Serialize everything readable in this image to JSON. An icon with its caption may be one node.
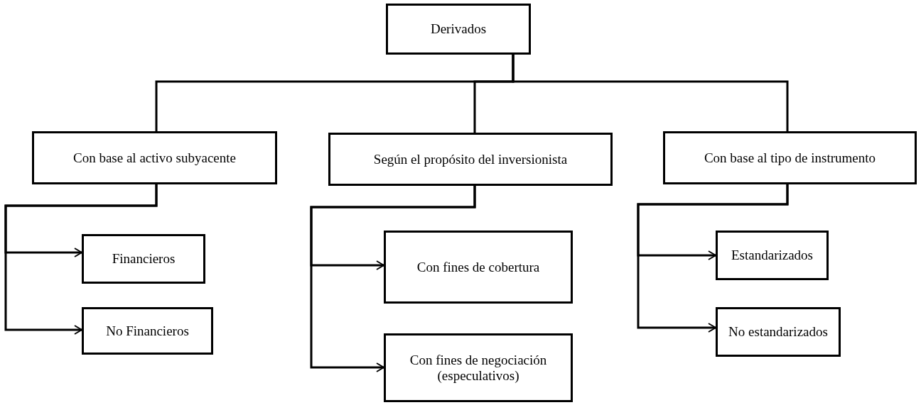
{
  "diagram": {
    "nodes": [
      {
        "text": [
          "Derivados"
        ]
      },
      {
        "text": [
          "Con base al activo subyacente"
        ]
      },
      {
        "text": [
          "Según el propósito del inversionista"
        ]
      },
      {
        "text": [
          "Con base al tipo de instrumento"
        ]
      },
      {
        "text": [
          "Financieros"
        ]
      },
      {
        "text": [
          "No Financieros"
        ]
      },
      {
        "text": [
          "Con fines de cobertura"
        ]
      },
      {
        "text": [
          "Con fines de negociación (especulativos)"
        ]
      },
      {
        "text": [
          "Estandarizados"
        ]
      },
      {
        "text": [
          "No estandarizados"
        ]
      }
    ],
    "edges": [
      {
        "from": 0,
        "to": 1,
        "arrow": "none"
      },
      {
        "from": 0,
        "to": 2,
        "arrow": "none"
      },
      {
        "from": 0,
        "to": 3,
        "arrow": "none"
      },
      {
        "from": 1,
        "to": 4,
        "arrow": "to"
      },
      {
        "from": 1,
        "to": 5,
        "arrow": "to"
      },
      {
        "from": 2,
        "to": 6,
        "arrow": "to"
      },
      {
        "from": 2,
        "to": 7,
        "arrow": "to"
      },
      {
        "from": 3,
        "to": 8,
        "arrow": "to"
      },
      {
        "from": 3,
        "to": 9,
        "arrow": "to"
      }
    ]
  }
}
